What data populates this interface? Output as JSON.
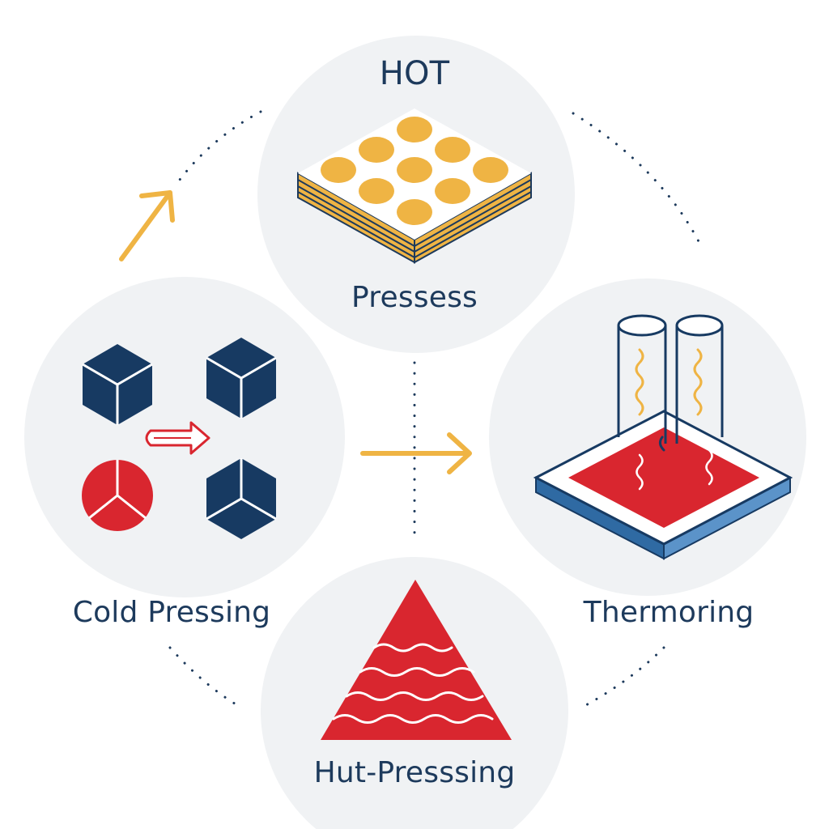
{
  "nodes": {
    "top": {
      "label_primary": "HOT",
      "label_secondary": "Pressess"
    },
    "left": {
      "label": "Cold Pressing"
    },
    "right": {
      "label": "Thermoring"
    },
    "bottom": {
      "label": "Hut-Presssing"
    }
  },
  "colors": {
    "navy": "#173a62",
    "red": "#d9262f",
    "gold": "#efb444",
    "circle_fill": "#f0f2f4",
    "blue_slab": "#3d78b2",
    "dot": "#1d3a5c"
  },
  "icons": [
    "layered-stack-with-disks-icon",
    "cube-icon",
    "pie-circle-icon",
    "outline-arrow-icon",
    "heated-plate-with-tubes-icon",
    "wavy-triangle-icon",
    "gold-arrow-icon"
  ]
}
